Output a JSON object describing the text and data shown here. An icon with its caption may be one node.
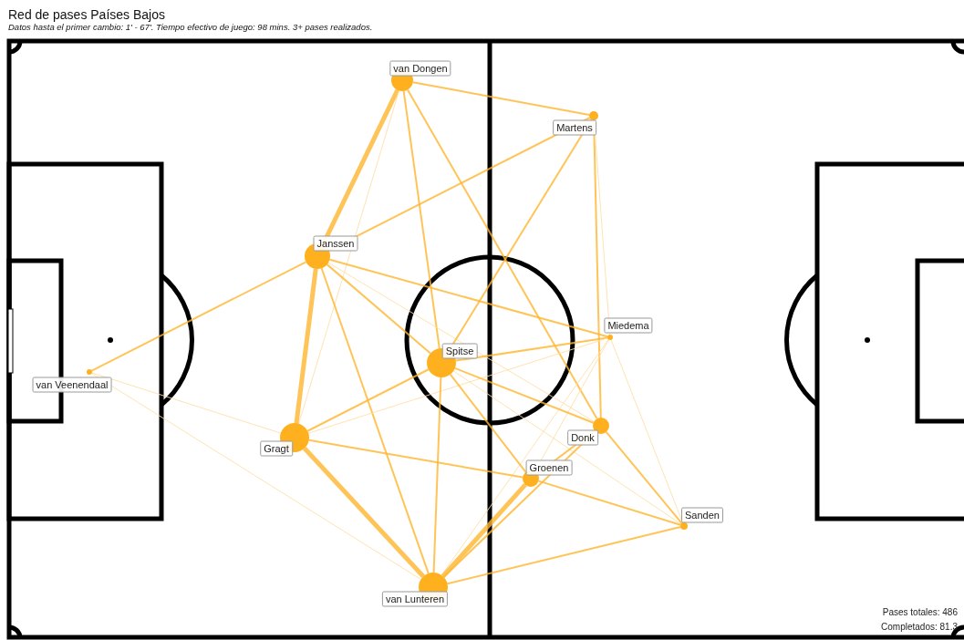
{
  "diagram": {
    "title": "Red de pases Países Bajos",
    "nodes": [
      {
        "text": [
          "van Dongen"
        ]
      },
      {
        "text": [
          "Martens"
        ]
      },
      {
        "text": [
          "Janssen"
        ]
      },
      {
        "text": [
          "Miedema"
        ]
      },
      {
        "text": [
          "Spitse"
        ]
      },
      {
        "text": [
          "van Veenendaal"
        ]
      },
      {
        "text": [
          "Gragt"
        ]
      },
      {
        "text": [
          "Donk"
        ]
      },
      {
        "text": [
          "Groenen"
        ]
      },
      {
        "text": [
          "Sanden"
        ]
      },
      {
        "text": [
          "van Lunteren"
        ]
      }
    ],
    "edges": [
      {
        "from": 0,
        "to": 1,
        "arrow": "none"
      },
      {
        "from": 0,
        "to": 2,
        "arrow": "none",
        "style": "thick"
      },
      {
        "from": 0,
        "to": 4,
        "arrow": "none"
      },
      {
        "from": 0,
        "to": 7,
        "arrow": "none"
      },
      {
        "from": 0,
        "to": 6,
        "arrow": "none",
        "color": "#ffdfa8"
      },
      {
        "from": 2,
        "to": 1,
        "arrow": "none"
      },
      {
        "from": 2,
        "to": 6,
        "arrow": "none",
        "style": "thick"
      },
      {
        "from": 2,
        "to": 4,
        "arrow": "none"
      },
      {
        "from": 2,
        "to": 3,
        "arrow": "none"
      },
      {
        "from": 2,
        "to": 10,
        "arrow": "none"
      },
      {
        "from": 2,
        "to": 7,
        "arrow": "none",
        "color": "#ffdfa8"
      },
      {
        "from": 5,
        "to": 2,
        "arrow": "none"
      },
      {
        "from": 1,
        "to": 4,
        "arrow": "none"
      },
      {
        "from": 1,
        "to": 7,
        "arrow": "none"
      },
      {
        "from": 1,
        "to": 3,
        "arrow": "none",
        "color": "#ffdfa8"
      },
      {
        "from": 4,
        "to": 3,
        "arrow": "none"
      },
      {
        "from": 3,
        "to": 8,
        "arrow": "none",
        "color": "#ffdfa8"
      },
      {
        "from": 3,
        "to": 10,
        "arrow": "none",
        "color": "#ffdfa8"
      },
      {
        "from": 3,
        "to": 9,
        "arrow": "none",
        "color": "#ffdfa8"
      },
      {
        "from": 6,
        "to": 3,
        "arrow": "none",
        "color": "#ffdfa8"
      },
      {
        "from": 6,
        "to": 4,
        "arrow": "none"
      },
      {
        "from": 4,
        "to": 10,
        "arrow": "none"
      },
      {
        "from": 4,
        "to": 7,
        "arrow": "none"
      },
      {
        "from": 4,
        "to": 8,
        "arrow": "none"
      },
      {
        "from": 4,
        "to": 9,
        "arrow": "none",
        "color": "#ffdfa8"
      },
      {
        "from": 6,
        "to": 10,
        "arrow": "none",
        "style": "thick"
      },
      {
        "from": 6,
        "to": 8,
        "arrow": "none"
      },
      {
        "from": 5,
        "to": 6,
        "arrow": "none",
        "color": "#ffdfa8"
      },
      {
        "from": 5,
        "to": 10,
        "arrow": "none",
        "color": "#ffdfa8"
      },
      {
        "from": 7,
        "to": 8,
        "arrow": "none"
      },
      {
        "from": 7,
        "to": 9,
        "arrow": "none"
      },
      {
        "from": 7,
        "to": 10,
        "arrow": "none"
      },
      {
        "from": 8,
        "to": 9,
        "arrow": "none"
      },
      {
        "from": 8,
        "to": 10,
        "arrow": "none",
        "style": "thick"
      },
      {
        "from": 9,
        "to": 10,
        "arrow": "none"
      }
    ],
    "labels": [
      "Datos hasta el primer cambio: 1' - 67'. Tiempo efectivo de juego: 98 mins. 3+ pases realizados.",
      "Pases totales: 486",
      "Completados: 81.3"
    ]
  }
}
